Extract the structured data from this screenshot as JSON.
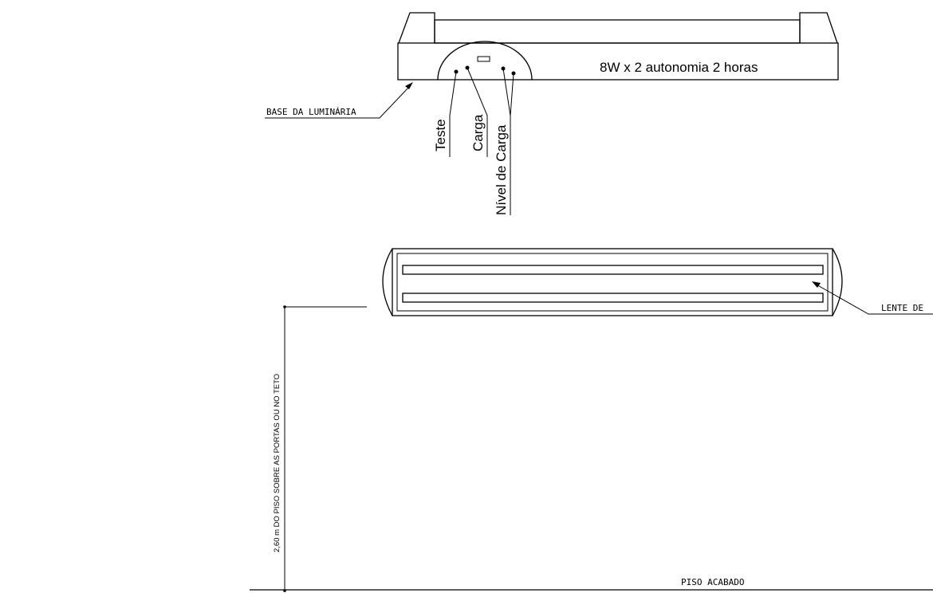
{
  "spec_text": "8W x 2 autonomia 2 horas",
  "leader_labels": {
    "base": "BASE DA LUMINÁRIA",
    "lens": "LENTE DE",
    "floor": "PISO ACABADO"
  },
  "indicators": {
    "test": "Teste",
    "charge": "Carga",
    "charge_level": "Nível de Carga"
  },
  "dimension_text": "2,60 m DO PISO SOBRE AS PORTAS OU NO TETO"
}
